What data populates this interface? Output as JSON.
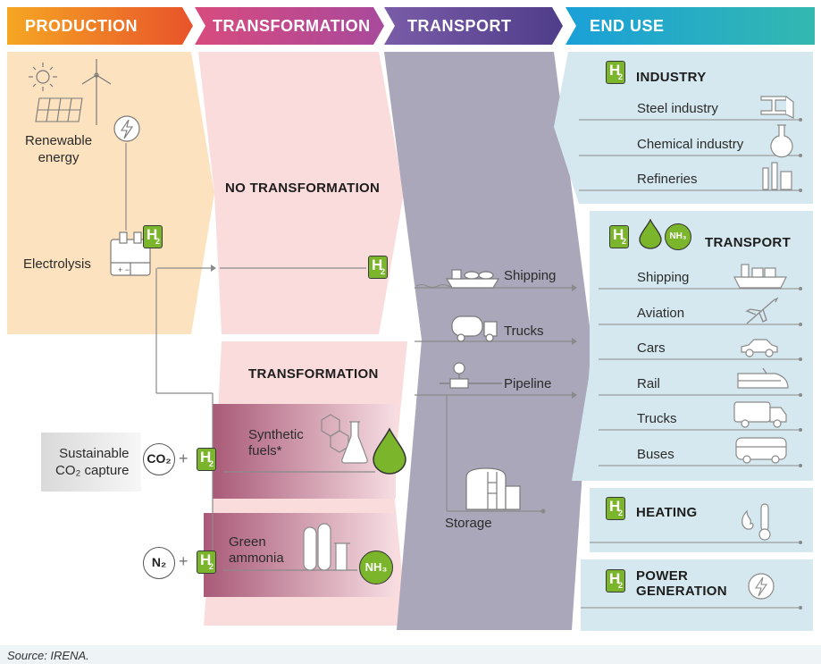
{
  "headers": {
    "production": "PRODUCTION",
    "transformation": "TRANSFORMATION",
    "transport": "TRANSPORT",
    "end_use": "END USE"
  },
  "production": {
    "renewable": "Renewable\nenergy",
    "electrolysis": "Electrolysis",
    "co2_capture": "Sustainable\nCO₂ capture",
    "co2": "CO₂",
    "n2": "N₂"
  },
  "transformation": {
    "no_transformation": "NO TRANSFORMATION",
    "transformation": "TRANSFORMATION",
    "synthetic_fuels": "Synthetic\nfuels*",
    "green_ammonia": "Green\nammonia",
    "nh3": "NH₃"
  },
  "transport": {
    "shipping": "Shipping",
    "trucks": "Trucks",
    "pipeline": "Pipeline",
    "storage": "Storage"
  },
  "end_use": {
    "industry": {
      "title": "INDUSTRY",
      "items": [
        "Steel industry",
        "Chemical industry",
        "Refineries"
      ]
    },
    "transport": {
      "title": "TRANSPORT",
      "items": [
        "Shipping",
        "Aviation",
        "Cars",
        "Rail",
        "Trucks",
        "Buses"
      ]
    },
    "heating": {
      "title": "HEATING"
    },
    "power": {
      "title": "POWER\nGENERATION"
    }
  },
  "badge": {
    "h": "H",
    "sub": "2"
  },
  "source": "Source: IRENA.",
  "colors": {
    "production": "#f0801e",
    "transformation": "#c0458e",
    "transport": "#6c4f9a",
    "end_use": "#1f96cf",
    "h2_green": "#7bb52b"
  }
}
